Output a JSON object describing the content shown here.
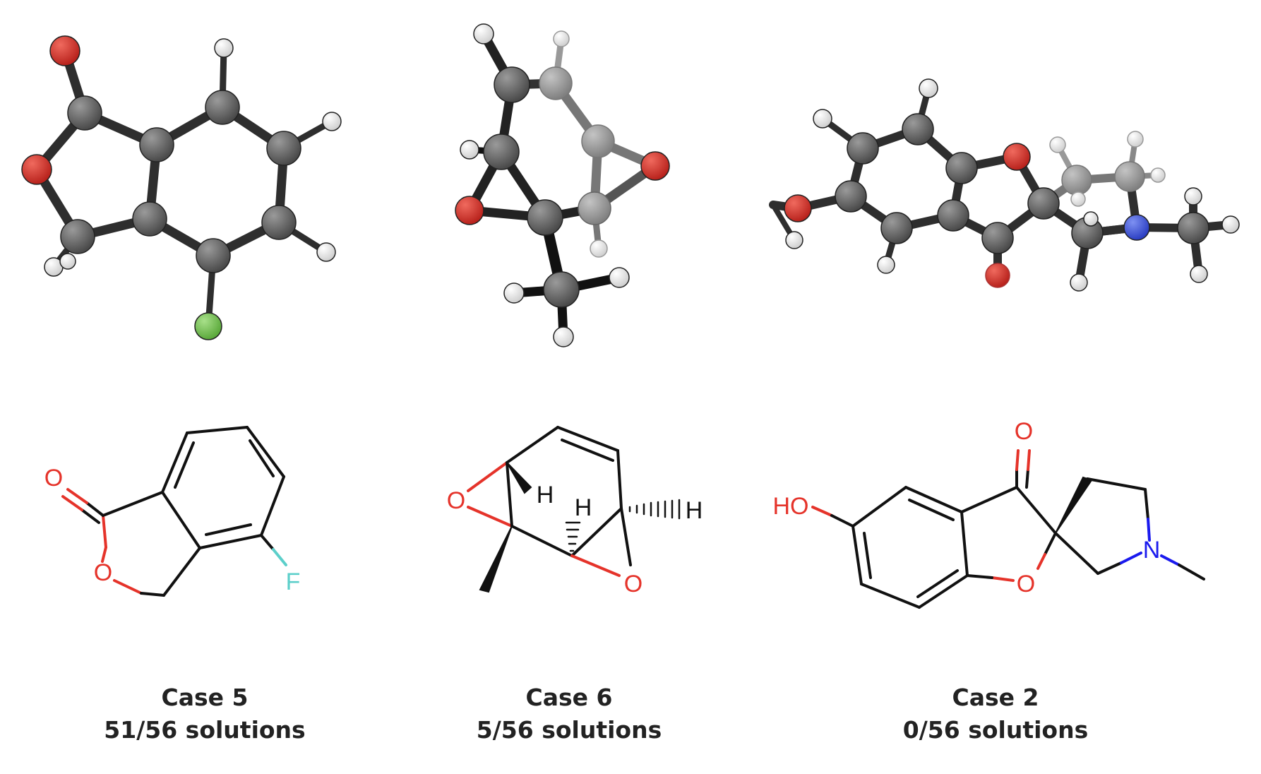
{
  "panels": [
    {
      "case_label": "Case 5",
      "solutions_label": "51/56 solutions",
      "structure_labels": {
        "carbonyl_o": "O",
        "ring_o": "O",
        "fluorine": "F"
      }
    },
    {
      "case_label": "Case 6",
      "solutions_label": "5/56 solutions",
      "structure_labels": {
        "epoxide_o1": "O",
        "epoxide_o2": "O",
        "h1": "H",
        "h2": "H",
        "h3": "H"
      }
    },
    {
      "case_label": "Case 2",
      "solutions_label": "0/56 solutions",
      "structure_labels": {
        "hydroxyl": "HO",
        "carbonyl_o": "O",
        "ring_o": "O",
        "nitrogen": "N"
      }
    }
  ],
  "colors": {
    "bond": "#111111",
    "oxygen": "#e5332a",
    "nitrogen": "#1a1aee",
    "fluorine": "#5ccfca",
    "atom_carbon": "#6b6b6b",
    "atom_oxygen": "#d43530",
    "atom_hydrogen": "#f2f2f2",
    "atom_fluorine": "#7cc85a",
    "atom_nitrogen": "#3d55dd",
    "caption": "#222222"
  }
}
